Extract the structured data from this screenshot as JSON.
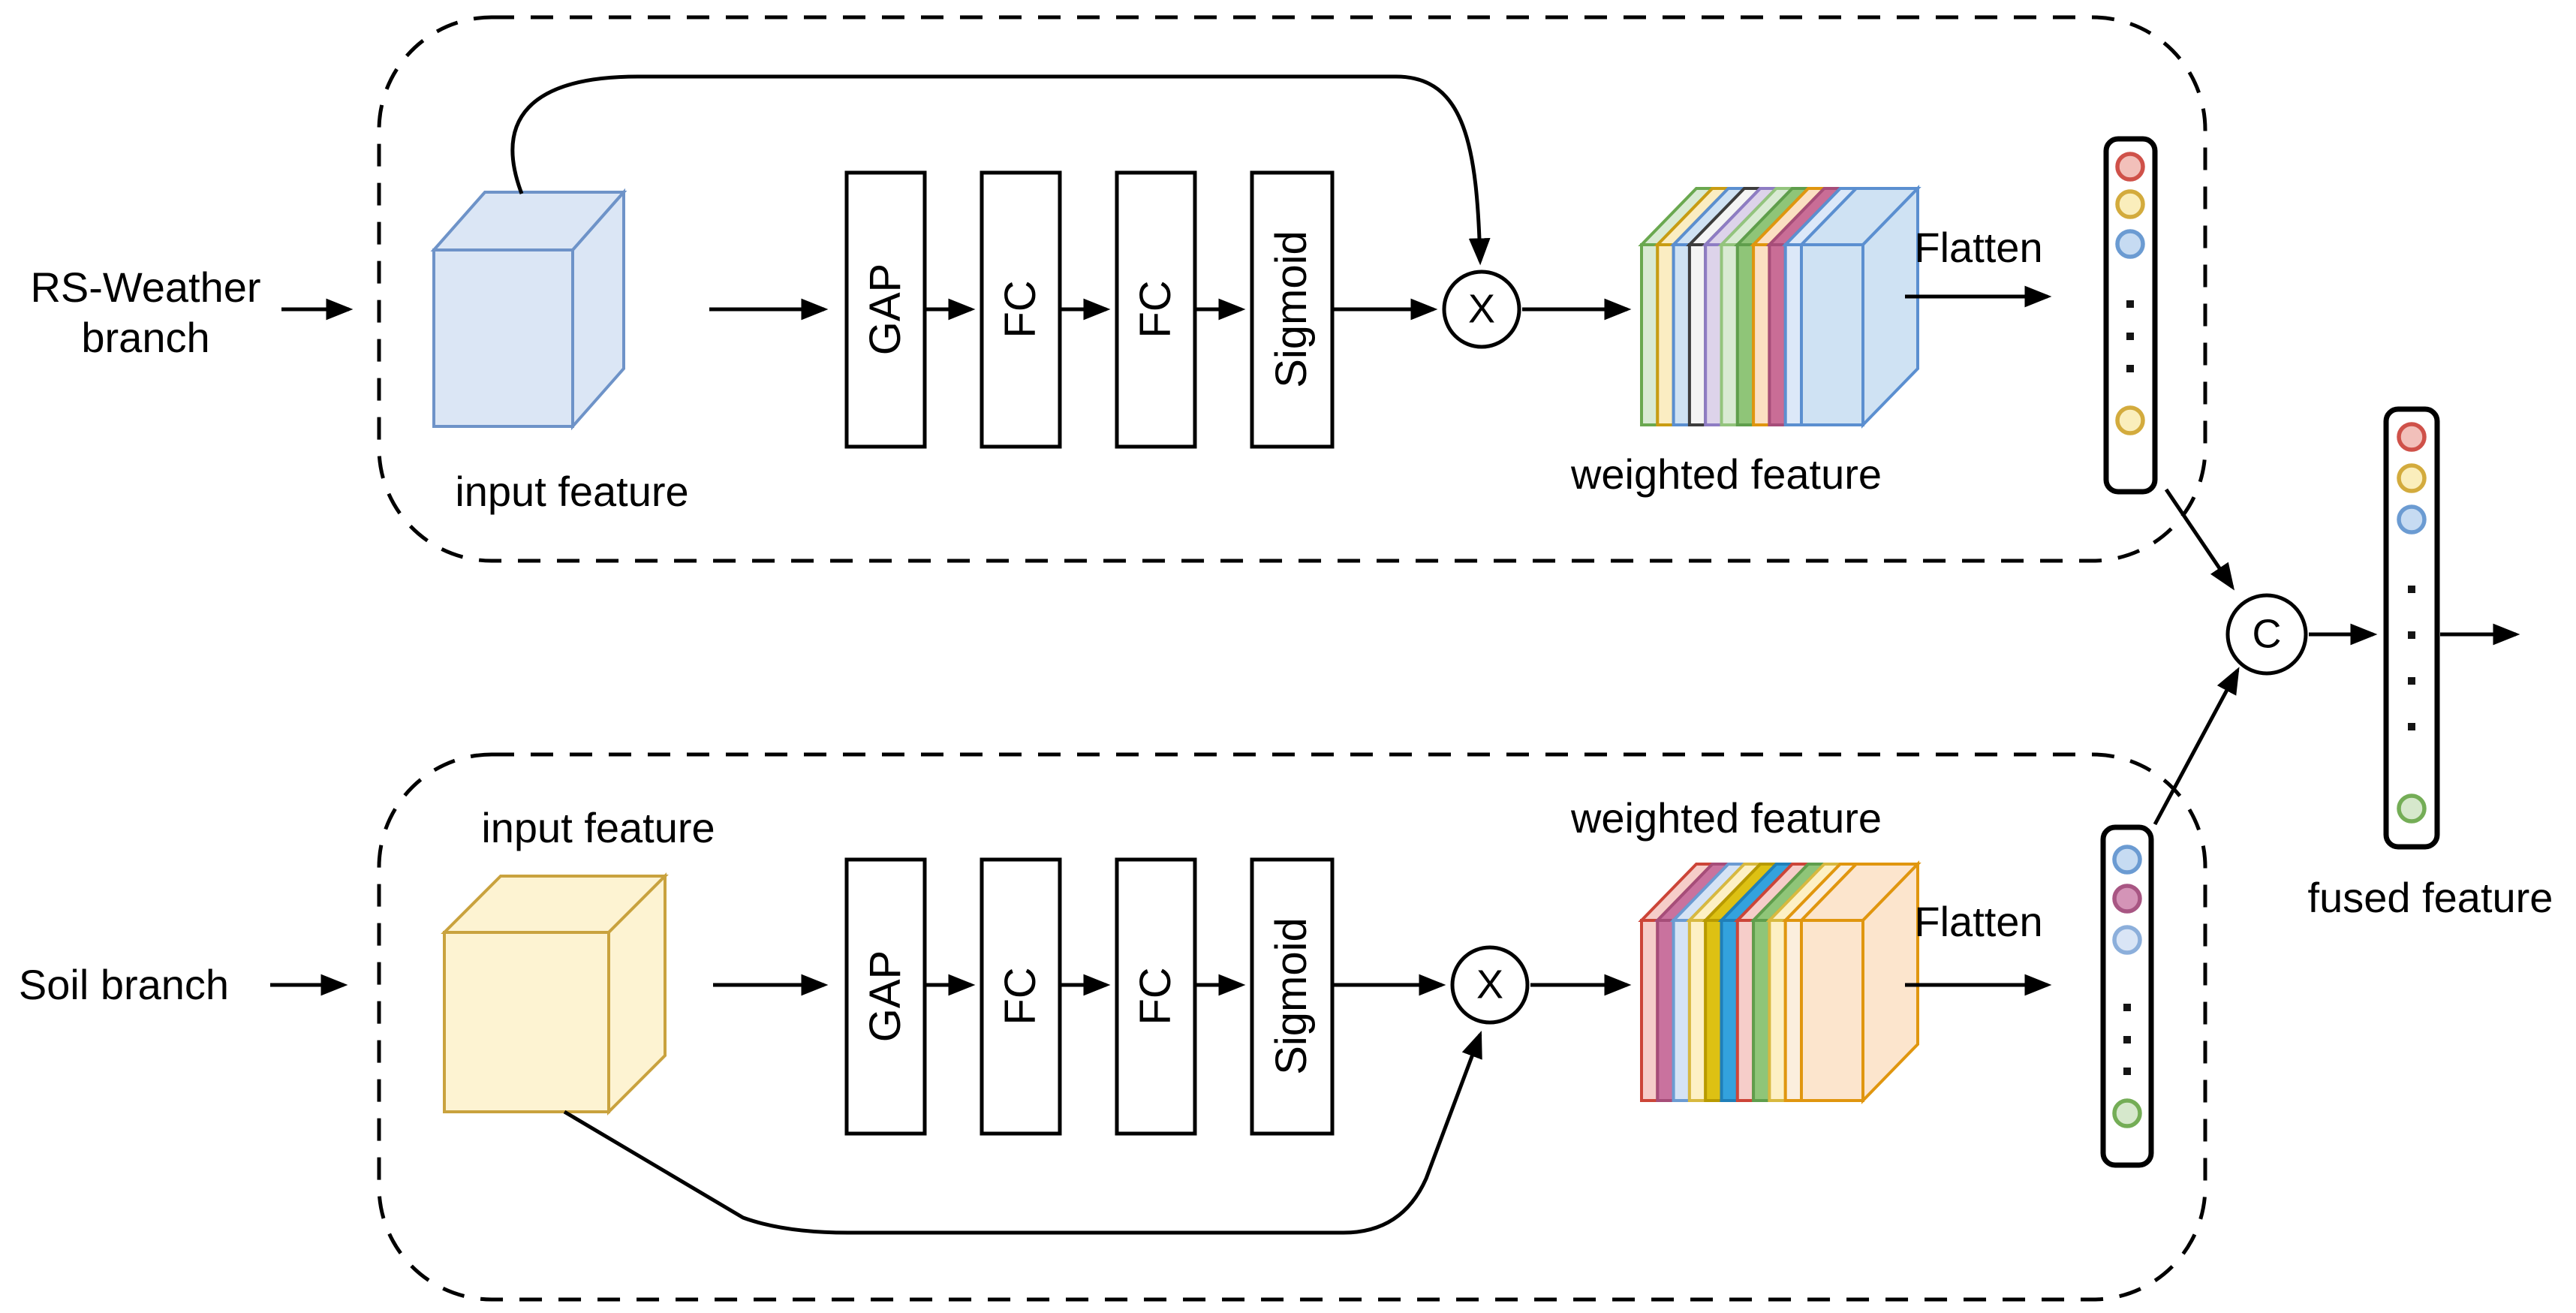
{
  "figure": {
    "background": "#ffffff",
    "line_color": "#000000"
  },
  "branches": [
    {
      "branch_label_line1": "RS-Weather",
      "branch_label_line2": "branch",
      "input_feature_label": "input feature",
      "blocks": [
        "GAP",
        "FC",
        "FC",
        "Sigmoid"
      ],
      "multiply_symbol": "X",
      "weighted_feature_label": "weighted feature",
      "flatten_label": "Flatten",
      "input_cube": {
        "fill": "#dbe6f5",
        "stroke": "#6e93c8"
      },
      "weighted_slices": [
        {
          "fill": "#d9ead3",
          "stroke": "#6aa84f"
        },
        {
          "fill": "#fbedc2",
          "stroke": "#c99c12"
        },
        {
          "fill": "#cfe2f3",
          "stroke": "#5b8fd0"
        },
        {
          "fill": "#f4f4f4",
          "stroke": "#3d3d3d"
        },
        {
          "fill": "#ddd3ea",
          "stroke": "#8e7cc3"
        },
        {
          "fill": "#d9ead3",
          "stroke": "#93c47d"
        },
        {
          "fill": "#8fc578",
          "stroke": "#5f9e4c"
        },
        {
          "fill": "#fbe0c2",
          "stroke": "#e0960f"
        },
        {
          "fill": "#c96d96",
          "stroke": "#a64d79"
        },
        {
          "fill": "#dce8f8",
          "stroke": "#5b8fd0"
        }
      ],
      "weighted_slab": {
        "fill": "#cfe2f3",
        "stroke": "#5b8fd0"
      },
      "flatten_vector_nodes": [
        {
          "kind": "circle",
          "color": "red"
        },
        {
          "kind": "circle",
          "color": "yellow"
        },
        {
          "kind": "circle",
          "color": "blue"
        },
        {
          "kind": "dots",
          "count": 3
        },
        {
          "kind": "circle",
          "color": "yellow"
        }
      ]
    },
    {
      "branch_label_line1": "Soil branch",
      "branch_label_line2": "",
      "input_feature_label": "input feature",
      "blocks": [
        "GAP",
        "FC",
        "FC",
        "Sigmoid"
      ],
      "multiply_symbol": "X",
      "weighted_feature_label": "weighted feature",
      "flatten_label": "Flatten",
      "input_cube": {
        "fill": "#fdf3d2",
        "stroke": "#c9a23e"
      },
      "weighted_slices": [
        {
          "fill": "#f6cdc9",
          "stroke": "#cc4538"
        },
        {
          "fill": "#c9729e",
          "stroke": "#a64d79"
        },
        {
          "fill": "#d5e3f5",
          "stroke": "#6b9bd2"
        },
        {
          "fill": "#fdf0c4",
          "stroke": "#d8b940"
        },
        {
          "fill": "#ddc113",
          "stroke": "#b89a00"
        },
        {
          "fill": "#33a2dd",
          "stroke": "#1f7fb8"
        },
        {
          "fill": "#f6cdc9",
          "stroke": "#cc4538"
        },
        {
          "fill": "#8fc578",
          "stroke": "#5f9e4c"
        },
        {
          "fill": "#fdf0c4",
          "stroke": "#d8b940"
        },
        {
          "fill": "#fbeedd",
          "stroke": "#e0960f"
        }
      ],
      "weighted_slab": {
        "fill": "#fce5cd",
        "stroke": "#e0960f"
      },
      "flatten_vector_nodes": [
        {
          "kind": "circle",
          "color": "blue"
        },
        {
          "kind": "circle",
          "color": "rose"
        },
        {
          "kind": "circle",
          "color": "paleblue"
        },
        {
          "kind": "dots",
          "count": 3
        },
        {
          "kind": "circle",
          "color": "green"
        }
      ]
    }
  ],
  "fusion": {
    "concat_symbol": "C",
    "fused_feature_label": "fused feature",
    "fused_vector_nodes": [
      {
        "kind": "circle",
        "color": "red"
      },
      {
        "kind": "circle",
        "color": "yellow"
      },
      {
        "kind": "circle",
        "color": "blue"
      },
      {
        "kind": "dots",
        "count": 4
      },
      {
        "kind": "circle",
        "color": "green"
      }
    ]
  },
  "node_palette": {
    "red": {
      "fill": "#f2c0ba",
      "stroke": "#cf5149"
    },
    "yellow": {
      "fill": "#faeebc",
      "stroke": "#d3ab3d"
    },
    "blue": {
      "fill": "#c6dbf2",
      "stroke": "#6b9bd2"
    },
    "paleblue": {
      "fill": "#d9e5f6",
      "stroke": "#8cafdb"
    },
    "rose": {
      "fill": "#d494b7",
      "stroke": "#a85683"
    },
    "green": {
      "fill": "#d6e8cc",
      "stroke": "#74ad56"
    }
  }
}
